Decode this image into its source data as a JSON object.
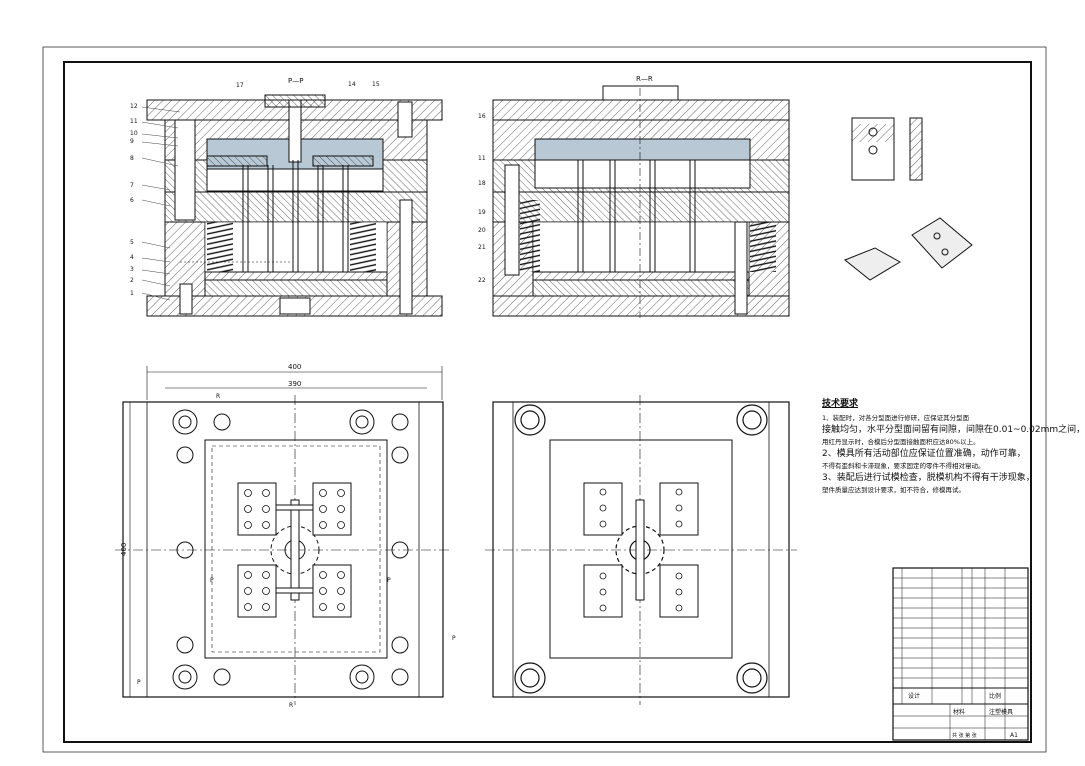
{
  "views": {
    "front_section_label": "P—P",
    "right_section_label": "R—R",
    "cut_marks": [
      "R",
      "R",
      "P",
      "P",
      "P",
      "P"
    ]
  },
  "dimensions": {
    "overall_width": "400",
    "inner_width": "390",
    "overall_height": "400"
  },
  "part_numbers_left": [
    "12",
    "11",
    "10",
    "9",
    "8",
    "7",
    "6",
    "5",
    "4",
    "3",
    "2",
    "1"
  ],
  "part_numbers_top": [
    "17",
    "14",
    "15"
  ],
  "part_numbers_right": [
    "16",
    "11",
    "18",
    "19",
    "20",
    "21",
    "22"
  ],
  "technical_notes": {
    "heading": "技术要求",
    "lines": [
      "1、装配时，对各分型面进行修研，应保证其分型面",
      "接触均匀，水平分型面间留有间隙，间隙在0.01~0.02mm之间，",
      "用红丹显示时，合模后分型面接触面积应达80%以上。",
      "2、模具所有活动部位应保证位置准确，动作可靠，",
      "不得有歪斜和卡滞现象，要求固定的零件不得相对窜动。",
      "3、装配后进行试模检查，脱模机构不得有干涉现象，",
      "塑件质量应达到设计要求，如不符合，修模再试。"
    ]
  },
  "title_block": {
    "designer_label": "设计",
    "drawing_title": "注塑模具",
    "material_label": "材料",
    "scale_label": "比例",
    "sheet_label": "共 张 第 张",
    "paper_size": "A1"
  },
  "colors": {
    "line": "#111111",
    "cavity_fill": "#b8c8d4",
    "paper": "#ffffff"
  }
}
